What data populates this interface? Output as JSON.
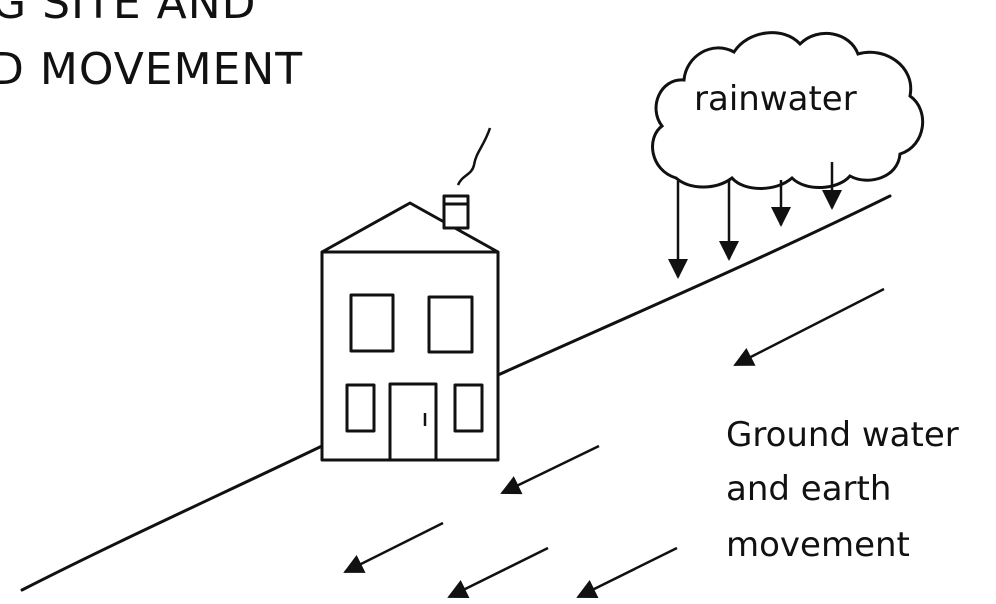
{
  "diagram": {
    "title_line1": "G SITE AND",
    "title_line2": "D MOVEMENT",
    "cloud_label": "rainwater",
    "ground_label_line1": "Ground water",
    "ground_label_line2": "and earth",
    "ground_label_line3": "movement"
  },
  "colors": {
    "ink": "#111111",
    "background": "#ffffff"
  }
}
